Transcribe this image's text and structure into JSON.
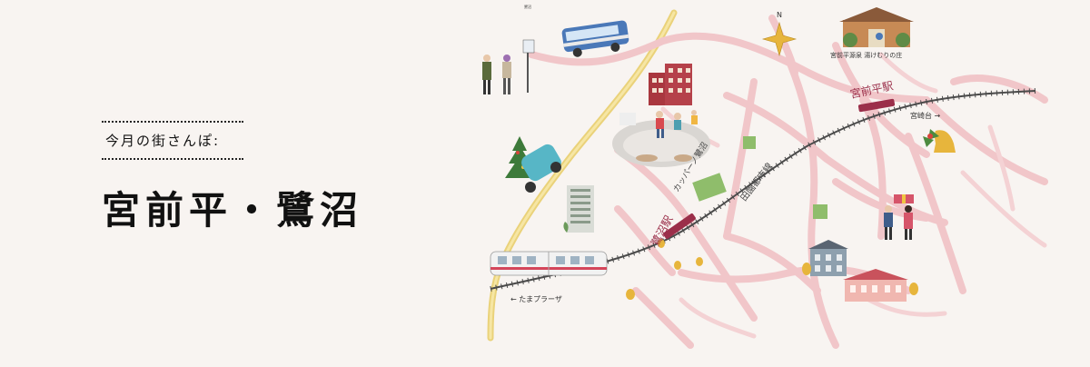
{
  "header": {
    "kicker": "今月の街さんぽ:",
    "title": "宮前平・鷺沼"
  },
  "map": {
    "labels": {
      "miyamaedaira_station": "宮前平駅",
      "saginuma_station": "鷺沼駅",
      "den_en_toshi_line": "田園都市線",
      "miyazakidai": "宮崎台 →",
      "tama_plaza": "← たまプラーザ",
      "copa_saginuma": "カッパーノ鷺沼",
      "onsen": "宮前平源泉 湯けむりの庄",
      "north": "N",
      "bus_stop_sign": "鷺沼"
    },
    "colors": {
      "road": "#f1c6c9",
      "rail": "#4a4a4a",
      "river": "#ead27a",
      "station": "#9b2f4a",
      "park": "#8fbd6b",
      "background": "#f8f4f1"
    }
  }
}
